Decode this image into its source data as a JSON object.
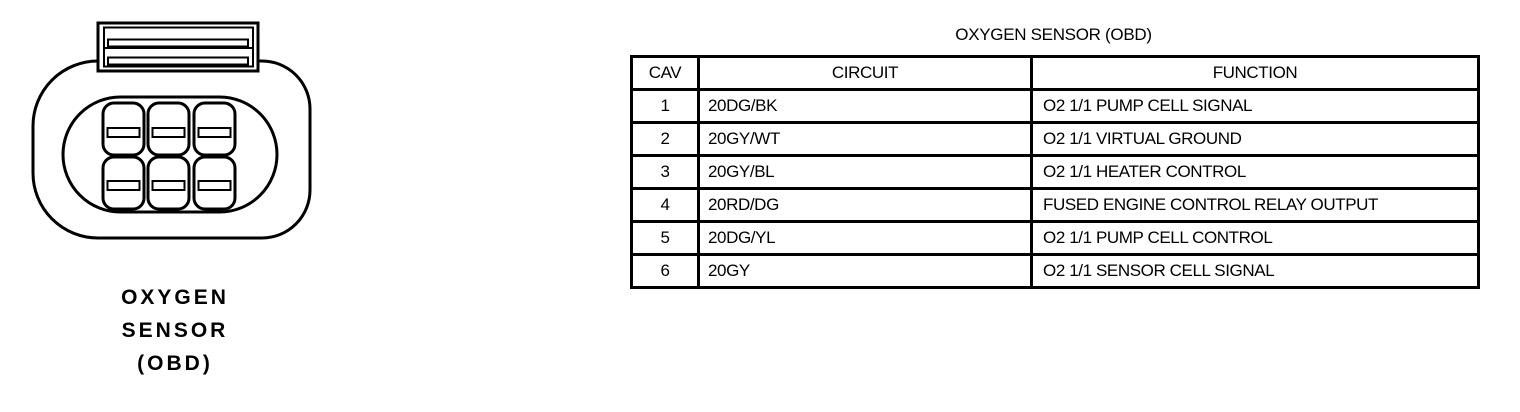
{
  "connector": {
    "name": "oxygen-sensor-connector",
    "label_lines": [
      "OXYGEN",
      "SENSOR",
      "(OBD)"
    ],
    "pin_count": 6
  },
  "table": {
    "title": "OXYGEN SENSOR (OBD)",
    "columns": [
      "CAV",
      "CIRCUIT",
      "FUNCTION"
    ],
    "rows": [
      {
        "cav": "1",
        "circuit": "20DG/BK",
        "function": "O2 1/1 PUMP CELL SIGNAL"
      },
      {
        "cav": "2",
        "circuit": "20GY/WT",
        "function": "O2 1/1 VIRTUAL GROUND"
      },
      {
        "cav": "3",
        "circuit": "20GY/BL",
        "function": "O2 1/1 HEATER CONTROL"
      },
      {
        "cav": "4",
        "circuit": "20RD/DG",
        "function": "FUSED ENGINE CONTROL RELAY OUTPUT"
      },
      {
        "cav": "5",
        "circuit": "20DG/YL",
        "function": "O2 1/1 PUMP CELL CONTROL"
      },
      {
        "cav": "6",
        "circuit": "20GY",
        "function": "O2 1/1 SENSOR CELL SIGNAL"
      }
    ]
  },
  "colors": {
    "ink": "#000000",
    "background": "#ffffff"
  }
}
